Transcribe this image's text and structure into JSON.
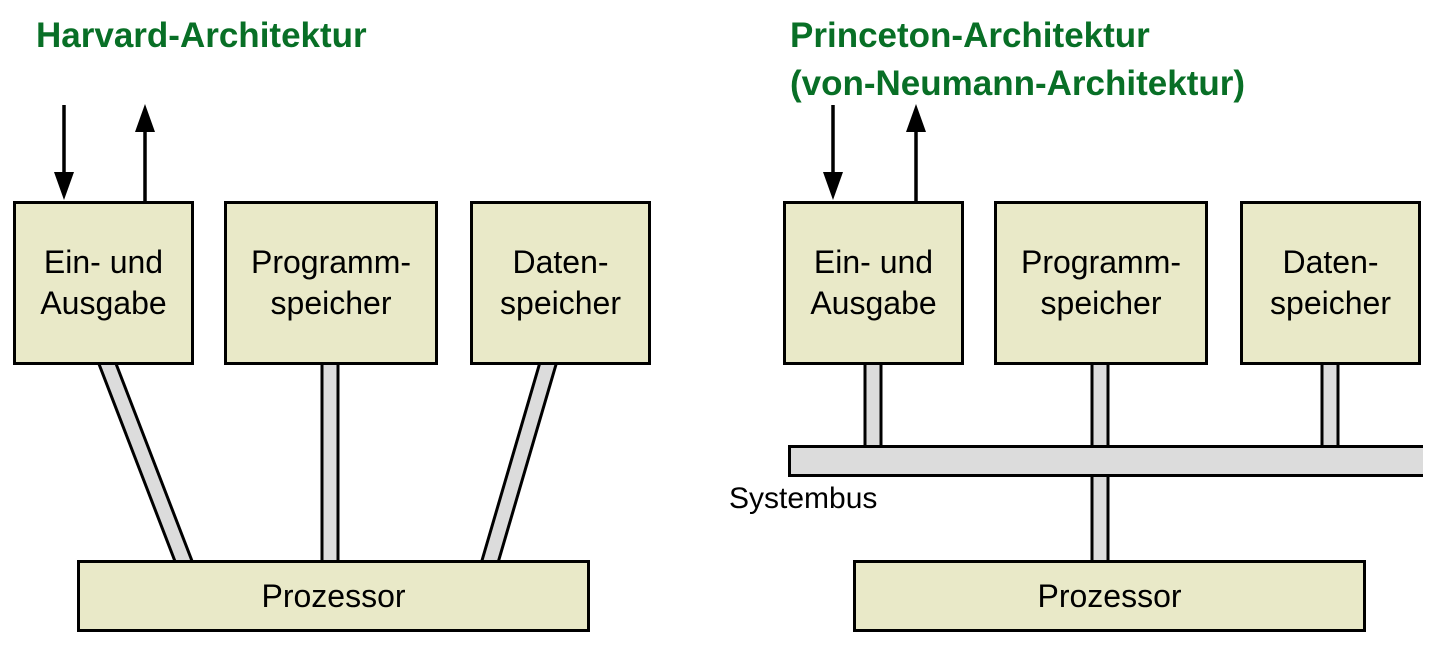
{
  "colors": {
    "title_green": "#086f26",
    "box_fill": "#e9e9c8",
    "box_border": "#000000",
    "connector_gray": "#dcdcdc",
    "arrow_black": "#000000"
  },
  "harvard": {
    "title": "Harvard-Architektur",
    "boxes": {
      "io": {
        "line1": "Ein- und",
        "line2": "Ausgabe"
      },
      "program": {
        "line1": "Programm-",
        "line2": "speicher"
      },
      "data": {
        "line1": "Daten-",
        "line2": "speicher"
      },
      "processor": {
        "label": "Prozessor"
      }
    }
  },
  "princeton": {
    "title_line1": "Princeton-Architektur",
    "title_line2": "(von-Neumann-Architektur)",
    "bus_label": "Systembus",
    "boxes": {
      "io": {
        "line1": "Ein- und",
        "line2": "Ausgabe"
      },
      "program": {
        "line1": "Programm-",
        "line2": "speicher"
      },
      "data": {
        "line1": "Daten-",
        "line2": "speicher"
      },
      "processor": {
        "label": "Prozessor"
      }
    }
  }
}
